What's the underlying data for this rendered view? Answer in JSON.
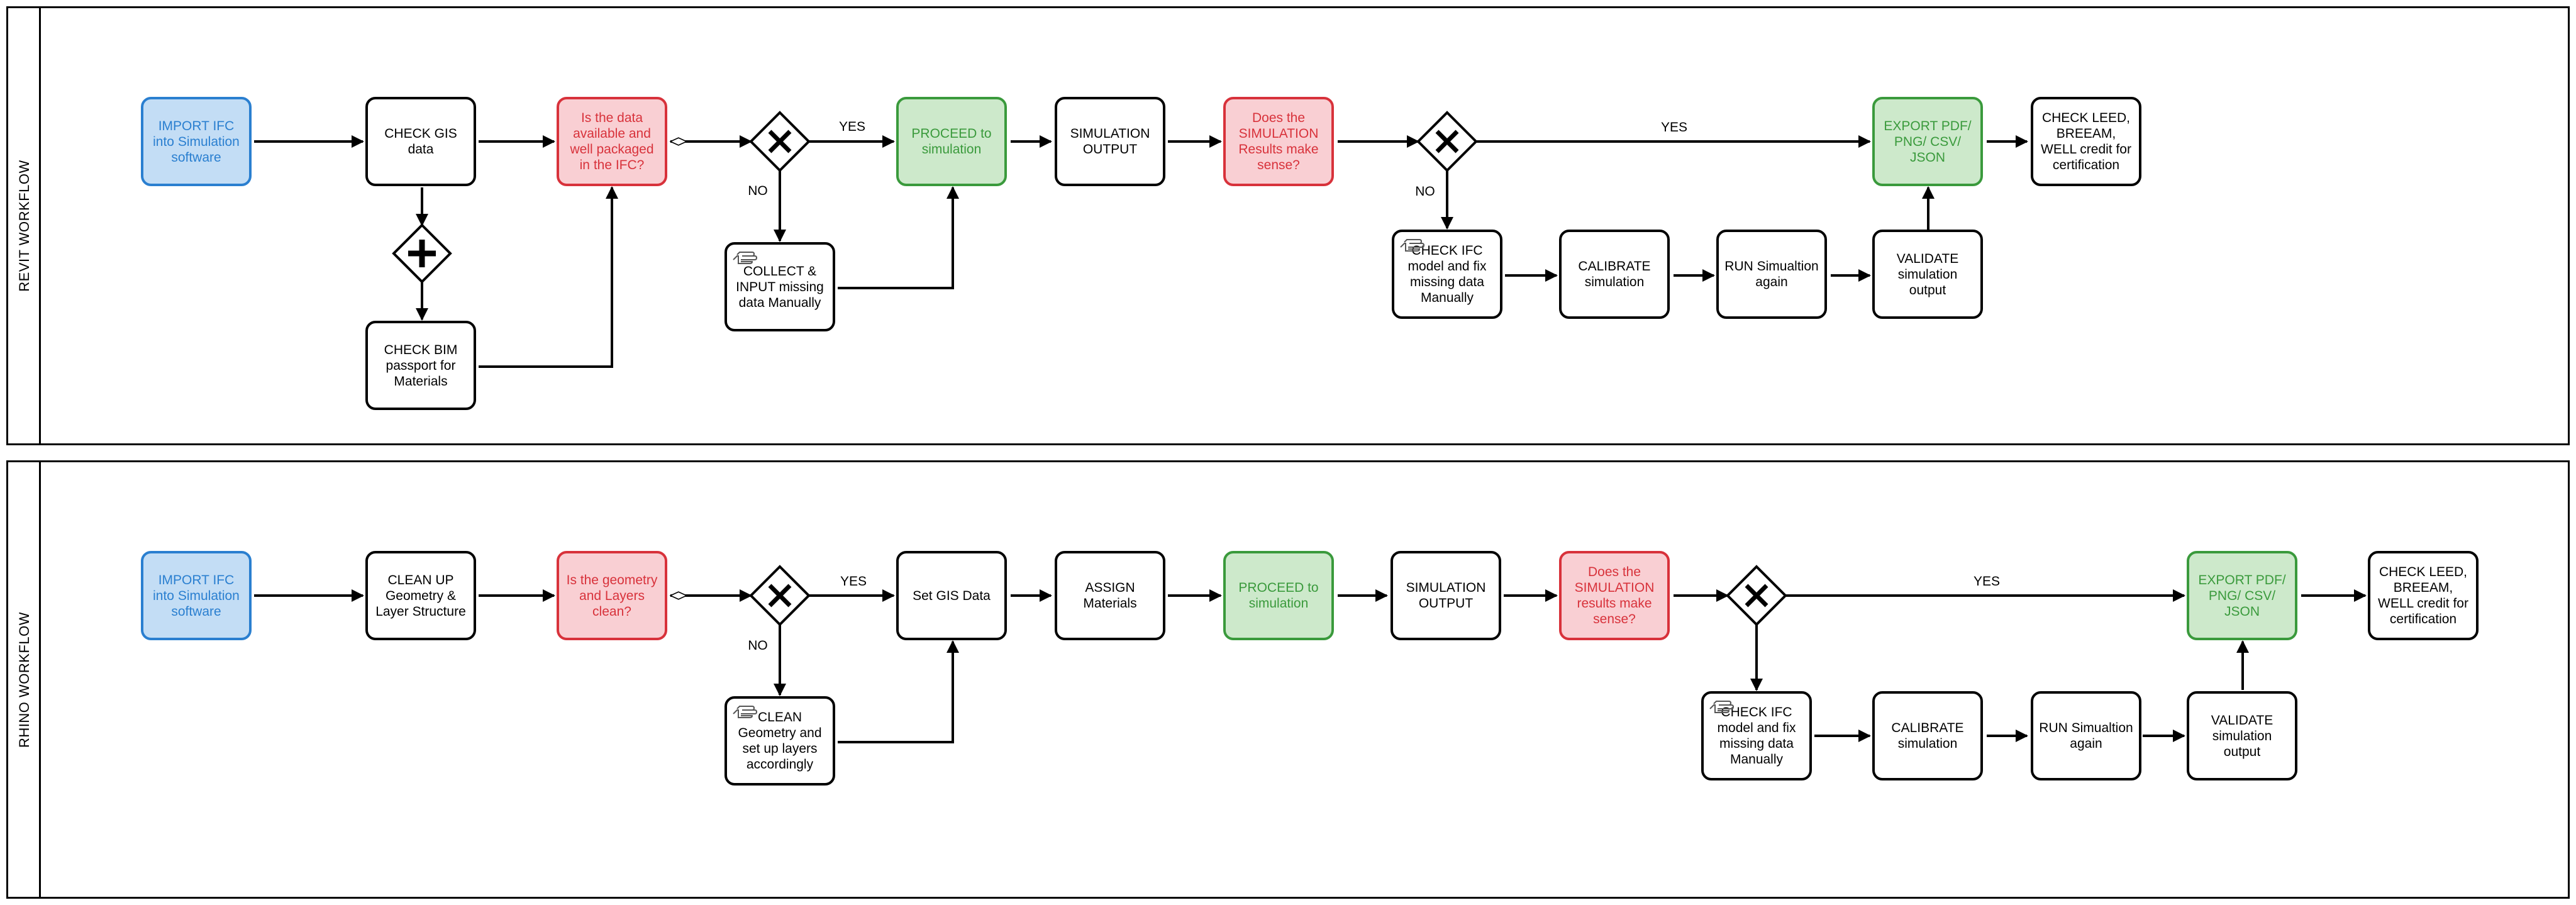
{
  "lanes": {
    "revit": {
      "title": "REVIT WORKFLOW"
    },
    "rhino": {
      "title": "RHINO WORKFLOW"
    }
  },
  "revit": {
    "import_ifc": "IMPORT IFC into Simulation software",
    "check_gis": "CHECK GIS data",
    "check_bim": "CHECK BIM passport for Materials",
    "data_question": "Is the data available and well packaged in the IFC?",
    "collect_input": "COLLECT & INPUT missing data Manually",
    "proceed": "PROCEED to simulation",
    "sim_output": "SIMULATION OUTPUT",
    "results_question": "Does the SIMULATION Results make sense?",
    "check_ifc": "CHECK IFC model and fix missing data Manually",
    "calibrate": "CALIBRATE simulation",
    "run_again": "RUN Simualtion again",
    "validate": "VALIDATE simulation output",
    "export": "EXPORT PDF/ PNG/ CSV/ JSON",
    "check_leed": "CHECK LEED, BREEAM, WELL credit for certification",
    "yes_1": "YES",
    "no_1": "NO",
    "yes_2": "YES",
    "no_2": "NO"
  },
  "rhino": {
    "import_ifc": "IMPORT IFC into Simulation software",
    "clean_up": "CLEAN UP Geometry & Layer Structure",
    "geometry_question": "Is the geometry and Layers clean?",
    "clean_geometry": "CLEAN Geometry and set up layers accordingly",
    "set_gis": "Set GIS Data",
    "assign_materials": "ASSIGN Materials",
    "proceed": "PROCEED to simulation",
    "sim_output": "SIMULATION OUTPUT",
    "results_question": "Does the SIMULATION results make sense?",
    "check_ifc": "CHECK IFC model and fix missing data Manually",
    "calibrate": "CALIBRATE simulation",
    "run_again": "RUN Simualtion again",
    "validate": "VALIDATE simulation output",
    "export": "EXPORT PDF/ PNG/ CSV/ JSON",
    "check_leed": "CHECK LEED, BREEAM, WELL credit for certification",
    "yes_1": "YES",
    "no_1": "NO",
    "yes_2": "YES"
  },
  "colors": {
    "start_fill": "#c3ddf5",
    "start_stroke": "#2a7fd0",
    "question_fill": "#f9cfd3",
    "question_stroke": "#d8323b",
    "proceed_fill": "#cde9cb",
    "proceed_stroke": "#3a9a3c"
  },
  "icons": {
    "exclusive_gateway": "x-gateway-icon",
    "parallel_gateway": "plus-gateway-icon",
    "manual_task": "hand-icon"
  }
}
